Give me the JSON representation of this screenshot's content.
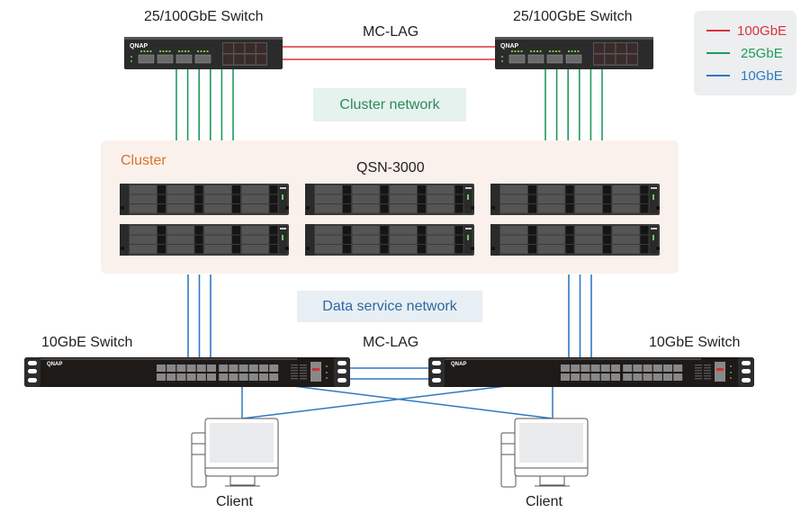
{
  "colors": {
    "link_100gbe": "#d7333b",
    "link_25gbe": "#1f9a5b",
    "link_10gbe": "#2f78c2",
    "cluster_label": "#d8742a",
    "cluster_bg": "#fbf1ec",
    "cluster_network_bg": "#e6f2ee",
    "cluster_network_text": "#2c8a5c",
    "data_network_bg": "#e7eef4",
    "data_network_text": "#2c6a9e",
    "legend_bg": "#eceef0"
  },
  "legend": {
    "items": [
      {
        "label": "100GbE",
        "color": "#d7333b"
      },
      {
        "label": "25GbE",
        "color": "#1f9a5b"
      },
      {
        "label": "10GbE",
        "color": "#2f78c2"
      }
    ]
  },
  "top_switches": {
    "left": {
      "label": "25/100GbE Switch",
      "brand": "QNAP"
    },
    "right": {
      "label": "25/100GbE Switch",
      "brand": "QNAP"
    },
    "link_label": "MC-LAG",
    "link_speed": "100GbE"
  },
  "cluster_network": {
    "label": "Cluster network",
    "link_speed": "25GbE",
    "links_per_switch": 6
  },
  "cluster": {
    "label": "Cluster",
    "model": "QSN-3000",
    "nodes": 6
  },
  "data_service_network": {
    "label": "Data service network",
    "link_speed": "10GbE",
    "links_per_switch": 3
  },
  "bottom_switches": {
    "left": {
      "label": "10GbE Switch",
      "brand": "QNAP"
    },
    "right": {
      "label": "10GbE Switch",
      "brand": "QNAP"
    },
    "link_label": "MC-LAG",
    "link_speed": "10GbE"
  },
  "clients": [
    {
      "label": "Client"
    },
    {
      "label": "Client"
    }
  ]
}
